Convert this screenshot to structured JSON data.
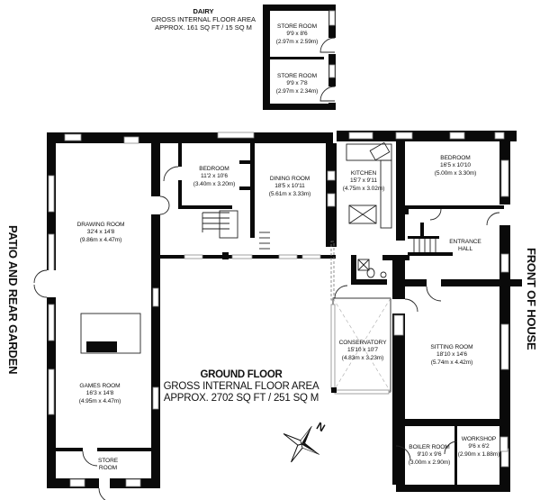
{
  "dairy": {
    "title": "DAIRY",
    "subtitle": "GROSS INTERNAL FLOOR AREA",
    "area": "APPROX. 161 SQ FT / 15 SQ M",
    "rooms": [
      {
        "name": "STORE ROOM",
        "imperial": "9'9 x 8'6",
        "metric": "(2.97m x 2.59m)"
      },
      {
        "name": "STORE ROOM",
        "imperial": "9'9 x 7'8",
        "metric": "(2.97m x 2.34m)"
      }
    ]
  },
  "ground_floor": {
    "title": "GROUND FLOOR",
    "subtitle": "GROSS INTERNAL FLOOR AREA",
    "area": "APPROX. 2702 SQ FT / 251 SQ M",
    "rooms": {
      "bedroom1": {
        "name": "BEDROOM",
        "imperial": "11'2 x 10'6",
        "metric": "(3.40m x 3.20m)"
      },
      "dining": {
        "name": "DINING ROOM",
        "imperial": "18'5 x 10'11",
        "metric": "(5.61m x 3.33m)"
      },
      "kitchen": {
        "name": "KITCHEN",
        "imperial": "15'7 x 9'11",
        "metric": "(4.75m x 3.02m)"
      },
      "bedroom2": {
        "name": "BEDROOM",
        "imperial": "16'5 x 10'10",
        "metric": "(5.00m x 3.30m)"
      },
      "drawing": {
        "name": "DRAWING ROOM",
        "imperial": "32'4 x 14'8",
        "metric": "(9.86m x 4.47m)"
      },
      "entrance": {
        "name": "ENTRANCE",
        "name2": "HALL"
      },
      "conservatory": {
        "name": "CONSERVATORY",
        "imperial": "15'10 x 10'7",
        "metric": "(4.83m x 3.23m)"
      },
      "sitting": {
        "name": "SITTING ROOM",
        "imperial": "18'10 x 14'6",
        "metric": "(5.74m x 4.42m)"
      },
      "games": {
        "name": "GAMES ROOM",
        "imperial": "16'3 x 14'8",
        "metric": "(4.95m x 4.47m)"
      },
      "store": {
        "name": "STORE",
        "name2": "ROOM"
      },
      "boiler": {
        "name": "BOILER ROOM",
        "imperial": "9'10 x 9'6",
        "metric": "(3.00m x 2.90m)"
      },
      "workshop": {
        "name": "WORKSHOP",
        "imperial": "9'6 x 6'2",
        "metric": "(2.90m x 1.88m)"
      }
    }
  },
  "orientation": {
    "left": "PATIO AND REAR GARDEN",
    "right": "FRONT OF HOUSE",
    "compass_north": "N"
  },
  "colors": {
    "wall": "#0a0a0a",
    "background": "#ffffff",
    "window_frame": "#8a8a8a"
  }
}
